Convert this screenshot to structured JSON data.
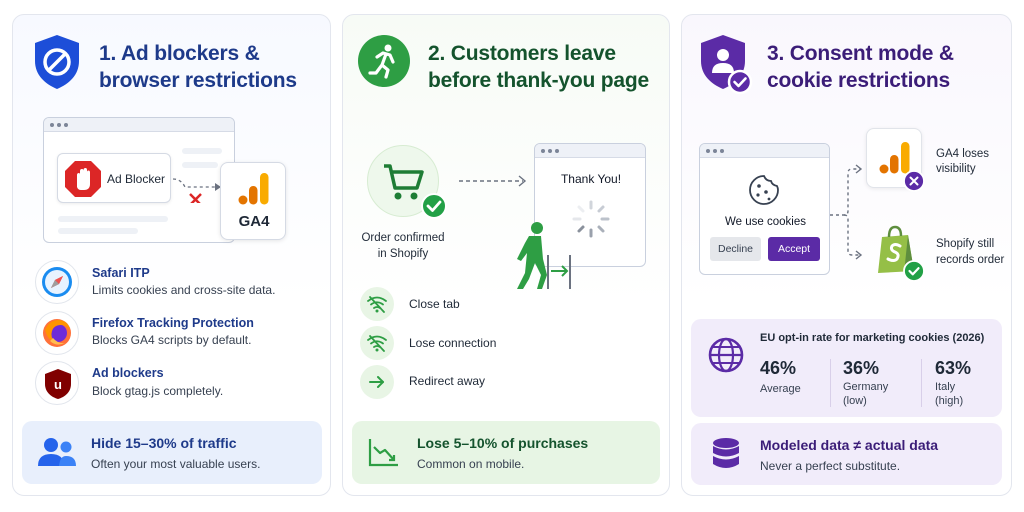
{
  "col1": {
    "title_line1": "1. Ad blockers &",
    "title_line2": "browser restrictions",
    "ad_blocker_label": "Ad Blocker",
    "ga4_label": "GA4",
    "items": [
      {
        "title": "Safari ITP",
        "desc": "Limits cookies and cross-site data.",
        "icon": "safari-icon"
      },
      {
        "title": "Firefox Tracking Protection",
        "desc": "Blocks GA4 scripts by default.",
        "icon": "firefox-icon"
      },
      {
        "title": "Ad blockers",
        "desc": "Block gtag.js completely.",
        "icon": "ublock-icon"
      }
    ],
    "summary_title": "Hide 15–30% of traffic",
    "summary_sub": "Often your most valuable users.",
    "colors": {
      "accent": "#1e3a8a",
      "summary_bg": "#e8effc"
    }
  },
  "col2": {
    "title_line1": "2. Customers leave",
    "title_line2": "before thank-you page",
    "order_line1": "Order confirmed",
    "order_line2": "in Shopify",
    "thank_you": "Thank You!",
    "items": [
      {
        "label": "Close tab",
        "icon": "no-wifi-icon"
      },
      {
        "label": "Lose connection",
        "icon": "no-wifi-icon"
      },
      {
        "label": "Redirect away",
        "icon": "arrow-right-icon"
      }
    ],
    "summary_title": "Lose 5–10% of purchases",
    "summary_sub": "Common on mobile.",
    "colors": {
      "accent": "#22a046",
      "summary_bg": "#e7f5e4"
    }
  },
  "col3": {
    "title_line1": "3. Consent mode &",
    "title_line2": "cookie restrictions",
    "cookie_text": "We use cookies",
    "decline": "Decline",
    "accept": "Accept",
    "ga4_loses_line1": "GA4 loses",
    "ga4_loses_line2": "visibility",
    "shopify_line1": "Shopify still",
    "shopify_line2": "records order",
    "stats_title": "EU opt-in rate for marketing cookies (2026)",
    "stats": [
      {
        "value": "46%",
        "label_line1": "Average",
        "label_line2": ""
      },
      {
        "value": "36%",
        "label_line1": "Germany",
        "label_line2": "(low)"
      },
      {
        "value": "63%",
        "label_line1": "Italy",
        "label_line2": "(high)"
      }
    ],
    "summary_title": "Modeled data ≠ actual data",
    "summary_sub": "Never a perfect substitute.",
    "colors": {
      "accent": "#5b2ba6",
      "summary_bg": "#f1ecfa"
    }
  }
}
